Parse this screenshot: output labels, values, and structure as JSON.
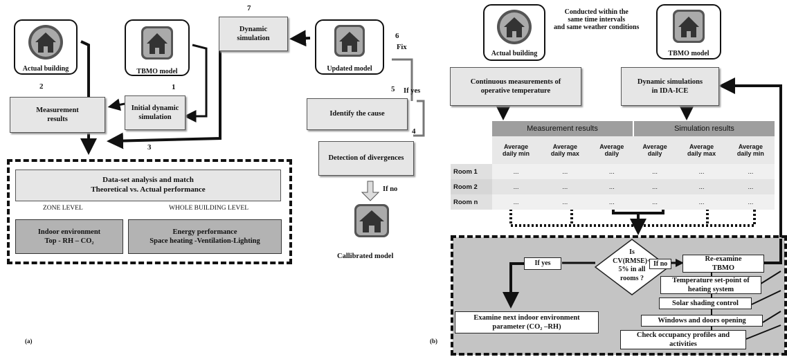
{
  "left": {
    "actual_building": "Actual building",
    "tbmo_model": "TBMO model",
    "updated_model": "Updated  model",
    "calibrated_model": "Callibrated model",
    "dynamic_simulation": "Dynamic\nsimulation",
    "measurement_results": "Measurement\nresults",
    "initial_dynamic_simulation": "Initial dynamic\nsimulation",
    "identify_cause": "Identify  the cause",
    "detection_divergences": "Detection of divergences",
    "dataset_analysis": "Data-set analysis and match\nTheoretical vs. Actual performance",
    "zone_level": "ZONE LEVEL",
    "whole_building_level": "WHOLE BUILDING LEVEL",
    "indoor_environment": "Indoor environment\nTop  - RH  – CO₂",
    "energy_performance": "Energy performance\nSpace heating -Ventilation-Lighting",
    "fix_label": "Fix",
    "if_yes_label": "If yes",
    "if_no_label": "If no",
    "step_numbers": [
      "1",
      "2",
      "3",
      "4",
      "5",
      "6",
      "7"
    ],
    "panel_label": "(a)"
  },
  "right": {
    "actual_building": "Actual building",
    "tbmo_model": "TBMO model",
    "conducted_note": "Conducted within the\nsame time intervals\nand same weather  conditions",
    "continuous_measurements": "Continuous measurements of\noperative temperature",
    "dynamic_simulations": "Dynamic simulations\nin IDA-ICE",
    "table": {
      "group_headers": [
        "Measurement results",
        "Simulation results"
      ],
      "column_headers": [
        "Average\ndaily min",
        "Average\ndaily max",
        "Average\ndaily",
        "Average\ndaily",
        "Average\ndaily max",
        "Average\ndaily min"
      ],
      "rows": [
        {
          "label": "Room 1",
          "cells": [
            "...",
            "...",
            "...",
            "...",
            "...",
            "..."
          ]
        },
        {
          "label": "Room 2",
          "cells": [
            "...",
            "...",
            "...",
            "...",
            "...",
            "..."
          ]
        },
        {
          "label": "Room n",
          "cells": [
            "...",
            "...",
            "...",
            "...",
            "...",
            "..."
          ]
        }
      ]
    },
    "decision": "Is\nCV(RMSE)<\n5% in all\nrooms ?",
    "if_yes": "If yes",
    "if_no": "If no",
    "reexamine": "Re-examine\nTBMO",
    "temperature_setpoint": "Temperature set-point of\nheating system",
    "solar_shading": "Solar shading control",
    "windows_doors": "Windows and doors opening",
    "occupancy": "Check occupancy profiles and\nactivities",
    "examine_next": "Examine  next indoor environment\nparameter  (CO₂ –RH)",
    "panel_label": "(b)"
  }
}
